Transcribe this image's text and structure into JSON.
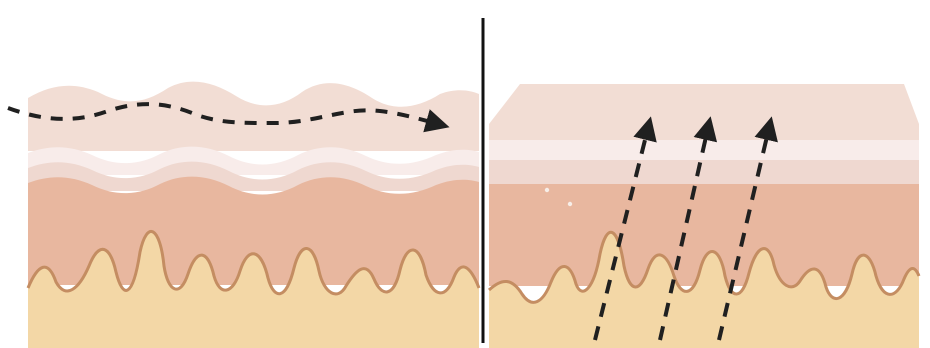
{
  "diagram": {
    "panels": [
      {
        "id": "left",
        "surface": "wavy",
        "arrow_count": 1,
        "arrow_direction": "horizontal-right"
      },
      {
        "id": "right",
        "surface": "flat",
        "arrow_count": 3,
        "arrow_direction": "upward"
      }
    ],
    "colors": {
      "background": "#ffffff",
      "top_band": "#f2ddd4",
      "white_band": "#f8ecea",
      "light_band": "#efd8d0",
      "middle_layer": "#e8b79f",
      "base_layer": "#f3d7a6",
      "boundary_line": "#c48d62",
      "arrow": "#202020",
      "divider": "#111111"
    }
  }
}
